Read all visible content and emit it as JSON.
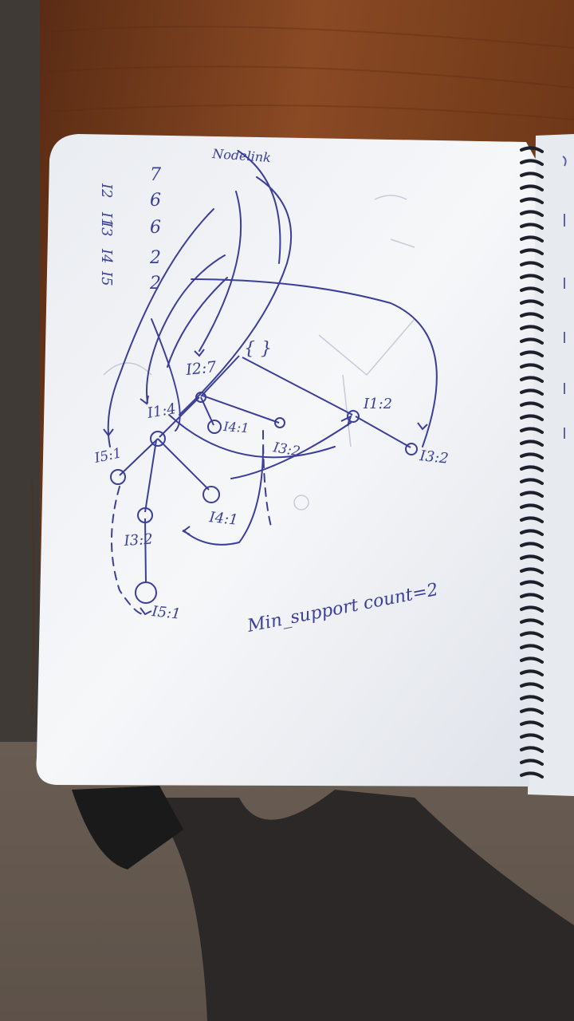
{
  "image": {
    "subject": "photo of a hand-drawn FP-tree diagram on spiral notebook paper",
    "ink_color": "#3b3f9a",
    "paper_color": "#f4f5f7",
    "desk_color": "#7a3f1f"
  },
  "header_label": "Nodelink",
  "item_table": [
    {
      "item": "I2",
      "count": "7"
    },
    {
      "item": "I1",
      "count": "6"
    },
    {
      "item": "I3",
      "count": "6"
    },
    {
      "item": "I4",
      "count": "2"
    },
    {
      "item": "I5",
      "count": "2"
    }
  ],
  "tree": {
    "root_label": "{ }",
    "nodes": {
      "i2_7": "I2:7",
      "i1_4": "I1:4",
      "i4_1_top": "I4:1",
      "i3_2_mid": "I3:2",
      "i1_2": "I1:2",
      "i3_2_right": "I3:2",
      "i5_1_left": "I5:1",
      "i4_1_low": "I4:1",
      "i3_2_low": "I3:2",
      "i5_1_bottom": "I5:1"
    }
  },
  "note": "Min_support count=2"
}
